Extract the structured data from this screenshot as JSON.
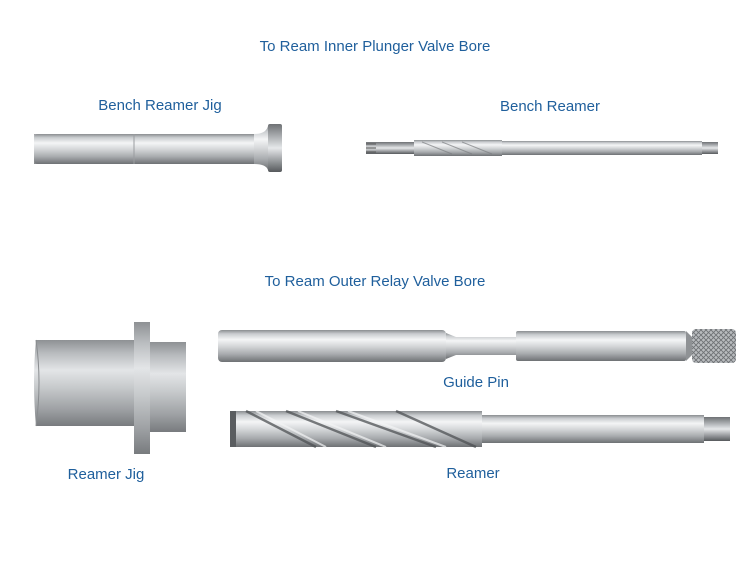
{
  "sections": {
    "inner": {
      "heading": "To Ream Inner Plunger Valve Bore"
    },
    "outer": {
      "heading": "To Ream Outer Relay Valve Bore"
    }
  },
  "parts": {
    "bench_reamer_jig": {
      "label": "Bench Reamer Jig"
    },
    "bench_reamer": {
      "label": "Bench Reamer"
    },
    "guide_pin": {
      "label": "Guide Pin"
    },
    "reamer_jig": {
      "label": "Reamer Jig"
    },
    "reamer": {
      "label": "Reamer"
    }
  },
  "colors": {
    "caption_text": "#1f5f9c",
    "steel_light": "#f2f3f4",
    "steel_mid": "#b8bbbe",
    "steel_dark": "#6d7073"
  }
}
